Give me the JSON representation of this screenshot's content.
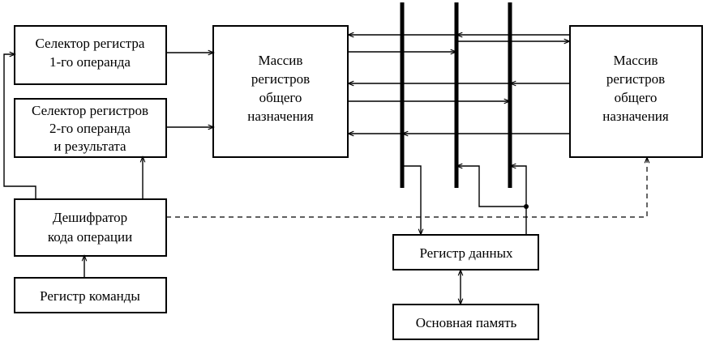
{
  "blocks": {
    "selector1": {
      "lines": [
        "Селектор регистра",
        "1-го операнда"
      ]
    },
    "selector2": {
      "lines": [
        "Селектор регистров",
        "2-го операнда",
        "и результата"
      ]
    },
    "decoder": {
      "lines": [
        "Дешифратор",
        "кода операции"
      ]
    },
    "instr_reg": {
      "lines": [
        "Регистр команды"
      ]
    },
    "gpr_left": {
      "lines": [
        "Массив",
        "регистров",
        "общего",
        "назначения"
      ]
    },
    "gpr_right": {
      "lines": [
        "Массив",
        "регистров",
        "общего",
        "назначения"
      ]
    },
    "data_reg": {
      "lines": [
        "Регистр данных"
      ]
    },
    "main_mem": {
      "lines": [
        "Основная память"
      ]
    }
  }
}
